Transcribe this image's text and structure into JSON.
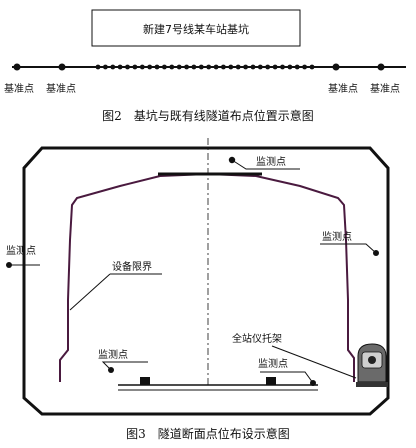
{
  "figure2": {
    "box_title": "新建7号线某车站基坑",
    "datum_labels": [
      "基准点",
      "基准点",
      "基准点",
      "基准点"
    ],
    "caption": "图2　基坑与既有线隧道布点位置示意图"
  },
  "figure3": {
    "labels": {
      "top_monitor": "监测点",
      "left_monitor": "监测点",
      "right_monitor": "监测点",
      "bottom_monitor": "监测点",
      "bottom_right_monitor": "监测点",
      "equipment_limit": "设备限界",
      "station_bracket": "全站仪托架"
    },
    "caption": "图3　隧道断面点位布设示意图"
  }
}
